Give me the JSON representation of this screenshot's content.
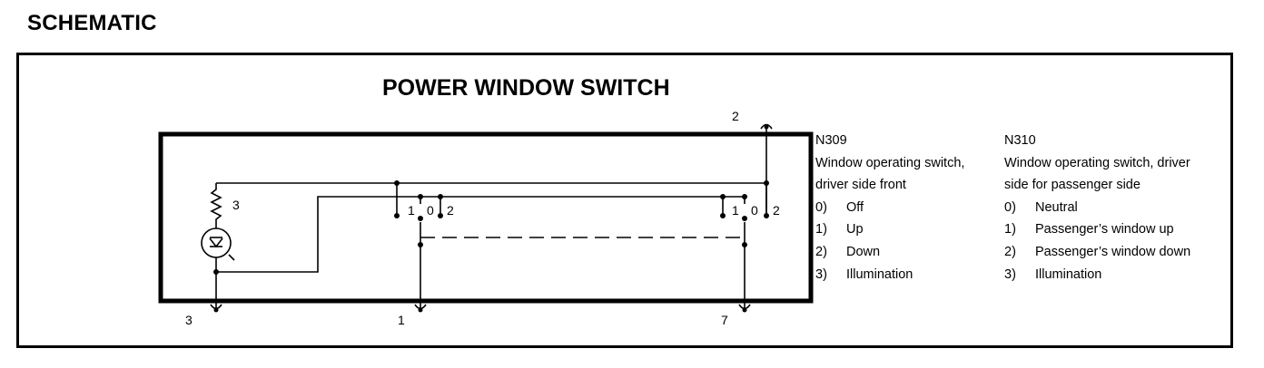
{
  "heading": "SCHEMATIC",
  "diagram_title": "POWER WINDOW SWITCH",
  "terminals": {
    "t2": "2",
    "t3": "3",
    "t1": "1",
    "t7": "7"
  },
  "resistor_label": "3",
  "switch_positions": {
    "left": [
      "1",
      "0",
      "2"
    ],
    "right": [
      "1",
      "0",
      "2"
    ]
  },
  "legend_n309": {
    "code": "N309",
    "desc_line1": "Window operating switch,",
    "desc_line2": "driver side front",
    "items": [
      {
        "num": "0)",
        "label": "Off"
      },
      {
        "num": "1)",
        "label": "Up"
      },
      {
        "num": "2)",
        "label": "Down"
      },
      {
        "num": "3)",
        "label": "Illumination"
      }
    ]
  },
  "legend_n310": {
    "code": "N310",
    "desc_line1": "Window operating switch, driver",
    "desc_line2": "side for passenger side",
    "items": [
      {
        "num": "0)",
        "label": "Neutral"
      },
      {
        "num": "1)",
        "label": "Passenger’s window up"
      },
      {
        "num": "2)",
        "label": "Passenger’s window down"
      },
      {
        "num": "3)",
        "label": "Illumination"
      }
    ]
  }
}
